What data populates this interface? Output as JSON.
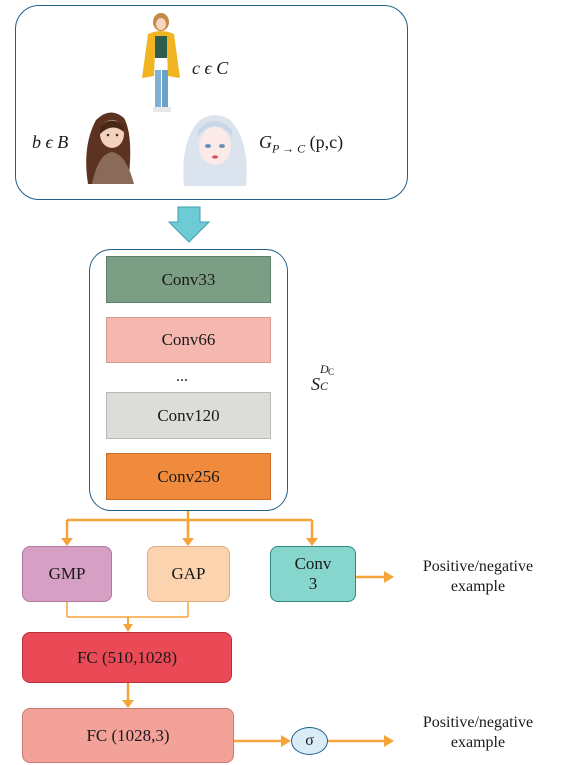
{
  "inputs": {
    "c_label": "c ϵ C",
    "b_label": "b ϵ B",
    "g_label_main": "G",
    "g_label_sub": "P → C",
    "g_label_args": " (p,c)"
  },
  "encoder": {
    "layers": [
      "Conv33",
      "Conv66",
      "...",
      "Conv120",
      "Conv256"
    ],
    "side_label_main": "S",
    "side_label_sub": "C",
    "side_label_sup": "D",
    "side_label_sup_sub": "C"
  },
  "heads": {
    "gmp": "GMP",
    "gap": "GAP",
    "conv3_line1": "Conv",
    "conv3_line2": "3",
    "fc1": "FC (510,1028)",
    "fc2": "FC (1028,3)",
    "sigma": "σ"
  },
  "outputs": {
    "top_line1": "Positive/negative",
    "top_line2": "example",
    "bottom_line1": "Positive/negative",
    "bottom_line2": "example"
  },
  "colors": {
    "frame": "#1f5f8b",
    "arrow_orange": "#f5a43a",
    "big_arrow": "#6ecbd6",
    "conv33": "#7c9e85",
    "conv66": "#f4b8b0",
    "conv120": "#dcdcd8",
    "conv256": "#f08a3c",
    "gmp": "#d6a0c4",
    "gap": "#fbd3ae",
    "conv3": "#86d6cd",
    "fc1": "#e94a56",
    "fc2": "#f3a29a",
    "sigma": "#d9ecf7"
  }
}
